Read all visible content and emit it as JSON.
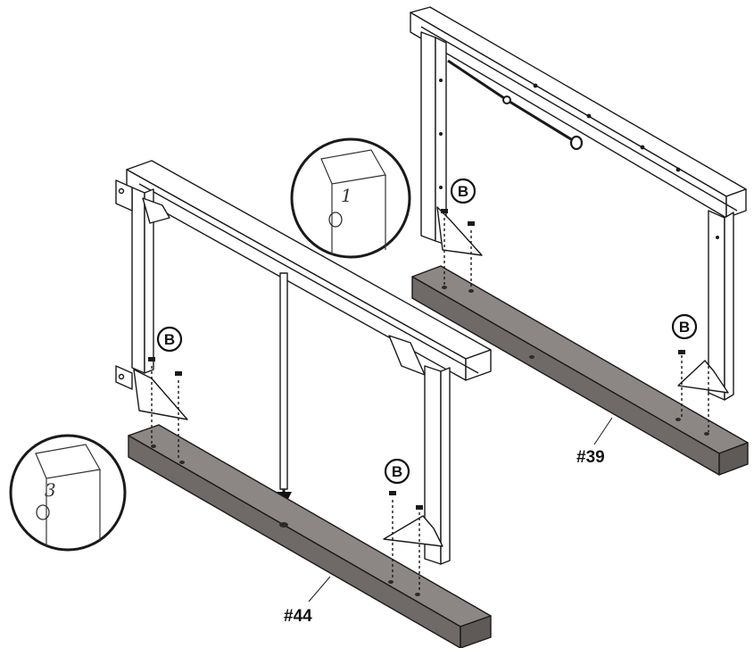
{
  "parts": {
    "part_44": "#44",
    "part_39": "#39"
  },
  "callouts": {
    "screw_b": "B"
  },
  "zoom_details": {
    "detail_1": "1",
    "detail_3": "3"
  },
  "colors": {
    "line": "#1a1a1a",
    "base_beam": "#8c8784",
    "base_beam_dark": "#5f5a57",
    "frame_fill": "#ffffff"
  }
}
